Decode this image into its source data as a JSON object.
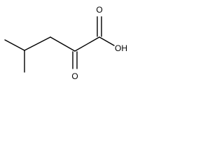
{
  "molecule": {
    "atoms": {
      "ketone_oxygen": "O",
      "carbonyl_oxygen": "O",
      "hydroxyl": "OH"
    }
  },
  "colors": {
    "bond": "#000000",
    "label": "#000000",
    "background": "#ffffff"
  }
}
